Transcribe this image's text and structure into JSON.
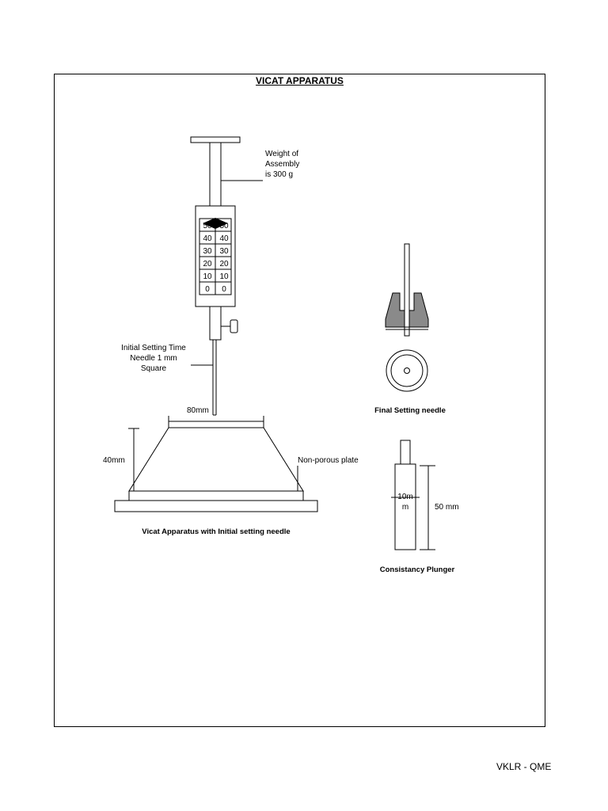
{
  "title": "VICAT APPARATUS",
  "footer": "VKLR - QME",
  "annotations": {
    "weight": [
      "Weight of",
      "Assembly",
      "is 300 g"
    ],
    "initial_needle": [
      "Initial Setting Time",
      "Needle 1 mm",
      "Square"
    ],
    "width_80": "80mm",
    "height_40": "40mm",
    "plate": "Non-porous plate",
    "plunger_10": [
      "10m",
      "m"
    ],
    "plunger_50": "50 mm"
  },
  "scale": {
    "left": [
      "50",
      "40",
      "30",
      "20",
      "10",
      "0"
    ],
    "right": [
      "50",
      "40",
      "30",
      "20",
      "10",
      "0"
    ]
  },
  "captions": {
    "main": "Vicat Apparatus with Initial setting needle",
    "final": "Final Setting needle",
    "plunger": "Consistancy Plunger"
  }
}
